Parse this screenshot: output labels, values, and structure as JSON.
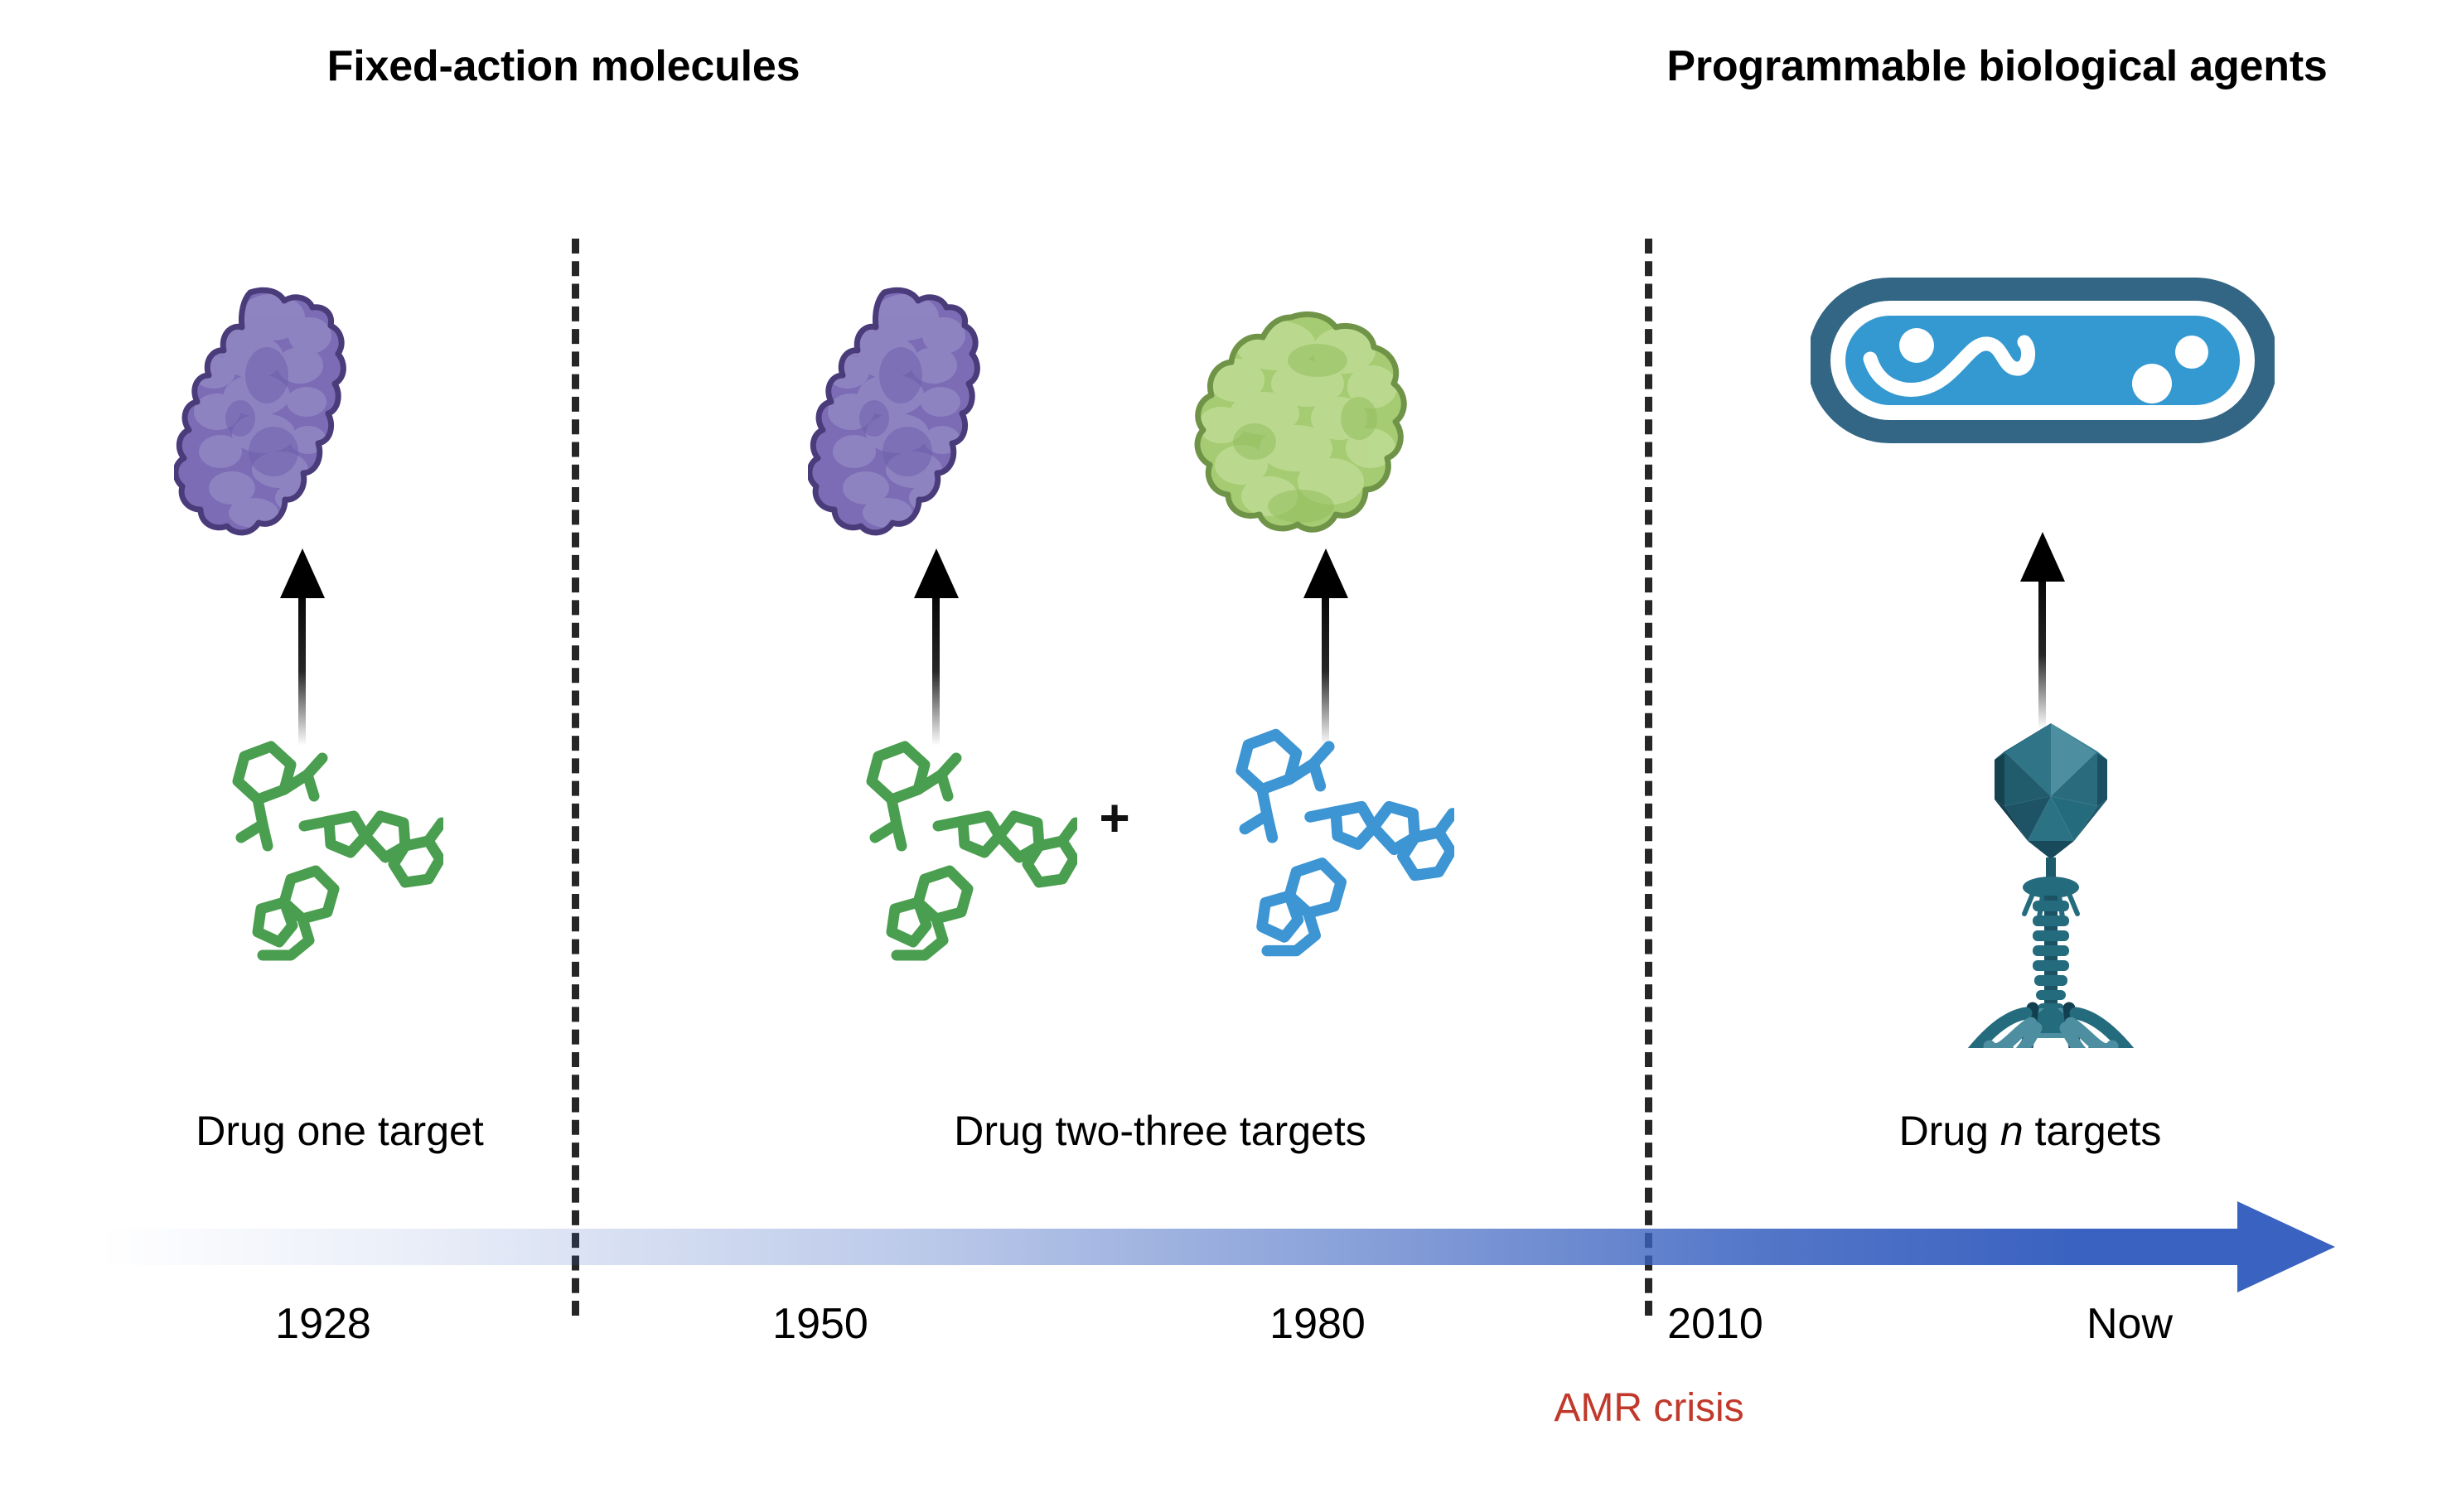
{
  "headings": {
    "left": "Fixed-action molecules",
    "right": "Programmable biological agents"
  },
  "stage_labels": {
    "one": "Drug one target",
    "two": "Drug two-three targets",
    "n_prefix": "Drug ",
    "n_var": "n",
    "n_suffix": " targets"
  },
  "timeline": {
    "years": [
      "1928",
      "1950",
      "1980",
      "2010",
      "Now"
    ],
    "arrow_color": "#3a62c0",
    "direction": "left-to-right"
  },
  "annotation": {
    "amr_crisis": "AMR crisis",
    "amr_color": "#c0392b"
  },
  "operators": {
    "plus": "+"
  },
  "colors": {
    "protein_purple_fill": "#7b6cb5",
    "protein_purple_light": "#9288c4",
    "protein_purple_stroke": "#4a3b7a",
    "protein_green_fill": "#a5cc72",
    "protein_green_light": "#b9d98e",
    "protein_green_stroke": "#6f9447",
    "molecule_green": "#4a9e4f",
    "molecule_blue": "#3d95d3",
    "bacterium_outer": "#336685",
    "bacterium_inner": "#3498d1",
    "phage_dark": "#134a5c",
    "phage_mid": "#256b7e",
    "phage_light": "#4d8fa0",
    "arrow_black": "#000000"
  },
  "figure": {
    "type": "timeline-diagram",
    "eras": [
      {
        "name": "Fixed-action molecules",
        "year_start": "1928",
        "label": "Drug one target",
        "drugs": 1,
        "targets": 1,
        "icons": [
          "molecule-green",
          "arrow-up",
          "protein-purple"
        ]
      },
      {
        "name": "Fixed-action molecules",
        "year_start": "1950",
        "label": "Drug two-three targets",
        "drugs": 2,
        "targets": 2,
        "icons": [
          "molecule-green",
          "plus",
          "molecule-blue",
          "arrow-up",
          "protein-purple",
          "protein-green"
        ]
      },
      {
        "name": "Programmable biological agents",
        "year_start": "2010",
        "label": "Drug n targets",
        "drugs": 1,
        "targets": "n",
        "icons": [
          "bacteriophage",
          "arrow-up",
          "bacterium"
        ]
      }
    ]
  }
}
